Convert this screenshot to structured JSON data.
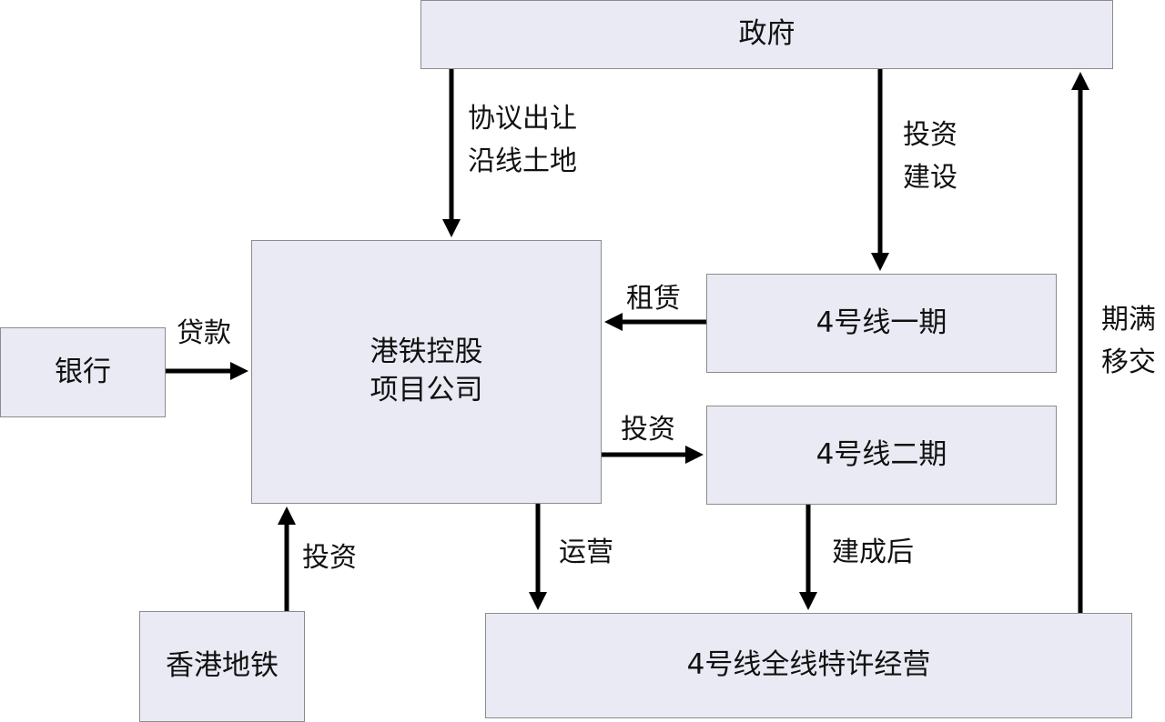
{
  "nodes": {
    "government": "政府",
    "bank": "银行",
    "project_company": [
      "港铁控股",
      "项目公司"
    ],
    "line4_phase1": "4号线一期",
    "line4_phase2": "4号线二期",
    "mtr_hk": "香港地铁",
    "line4_franchise": "4号线全线特许经营"
  },
  "edges": {
    "land_transfer": [
      "协议出让",
      "沿线土地"
    ],
    "gov_invest_build": [
      "投资",
      "建设"
    ],
    "lease": "租赁",
    "loan": "贷款",
    "company_invest": "投资",
    "mtr_invest": "投资",
    "operate": "运营",
    "after_completion": "建成后",
    "transfer_on_expiry": [
      "期满",
      "移交"
    ]
  }
}
